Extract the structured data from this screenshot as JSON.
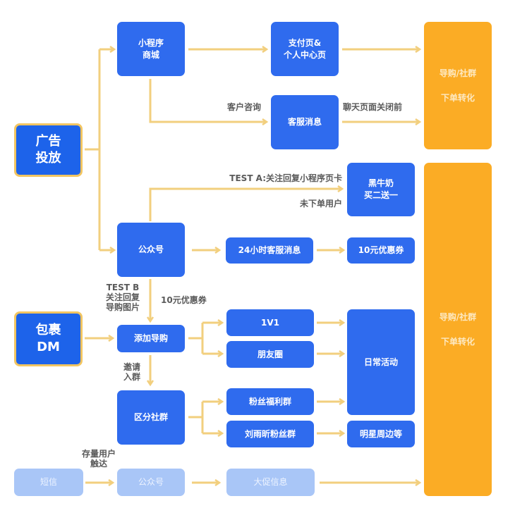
{
  "colors": {
    "node_blue": "#2f6bee",
    "node_faded": "#a9c6f7",
    "goal_orange": "#fbac25",
    "connector": "#f2cf7e",
    "label_text": "#5a5a5a"
  },
  "sources": {
    "ads": "广告\n投放",
    "package_dm": "包裹\nDM",
    "sms": "短信"
  },
  "nodes": {
    "mini_program_mall": "小程序\n商城",
    "payment_profile_page": "支付页&\n个人中心页",
    "customer_service_msg": "客服消息",
    "official_account": "公众号",
    "black_milk_offer": "黑牛奶\n买二送一",
    "cs_24h_message": "24小时客服消息",
    "coupon_10": "10元优惠券",
    "add_shopping_guide": "添加导购",
    "one_on_one": "1V1",
    "moments": "朋友圈",
    "daily_activities": "日常活动",
    "segment_groups": "区分社群",
    "fan_welfare_group": "粉丝福利群",
    "liu_yuxin_fan_group": "刘雨昕粉丝群",
    "celebrity_merch": "明星周边等",
    "official_account_2": "公众号",
    "big_promo_info": "大促信息"
  },
  "goals": [
    {
      "line1": "导购/社群",
      "line2": "下单转化"
    },
    {
      "line1": "导购/社群",
      "line2": "下单转化"
    }
  ],
  "edge_labels": {
    "customer_inquiry": "客户咨询",
    "before_chat_close": "聊天页面关闭前",
    "test_a": "TEST A:关注回复小程序页卡",
    "non_ordering_users": "未下单用户",
    "test_b": "TEST B\n关注回复\n导购图片",
    "coupon_10_label": "10元优惠券",
    "invite_to_group": "邀请\n入群",
    "existing_user_reach": "存量用户\n触达"
  }
}
